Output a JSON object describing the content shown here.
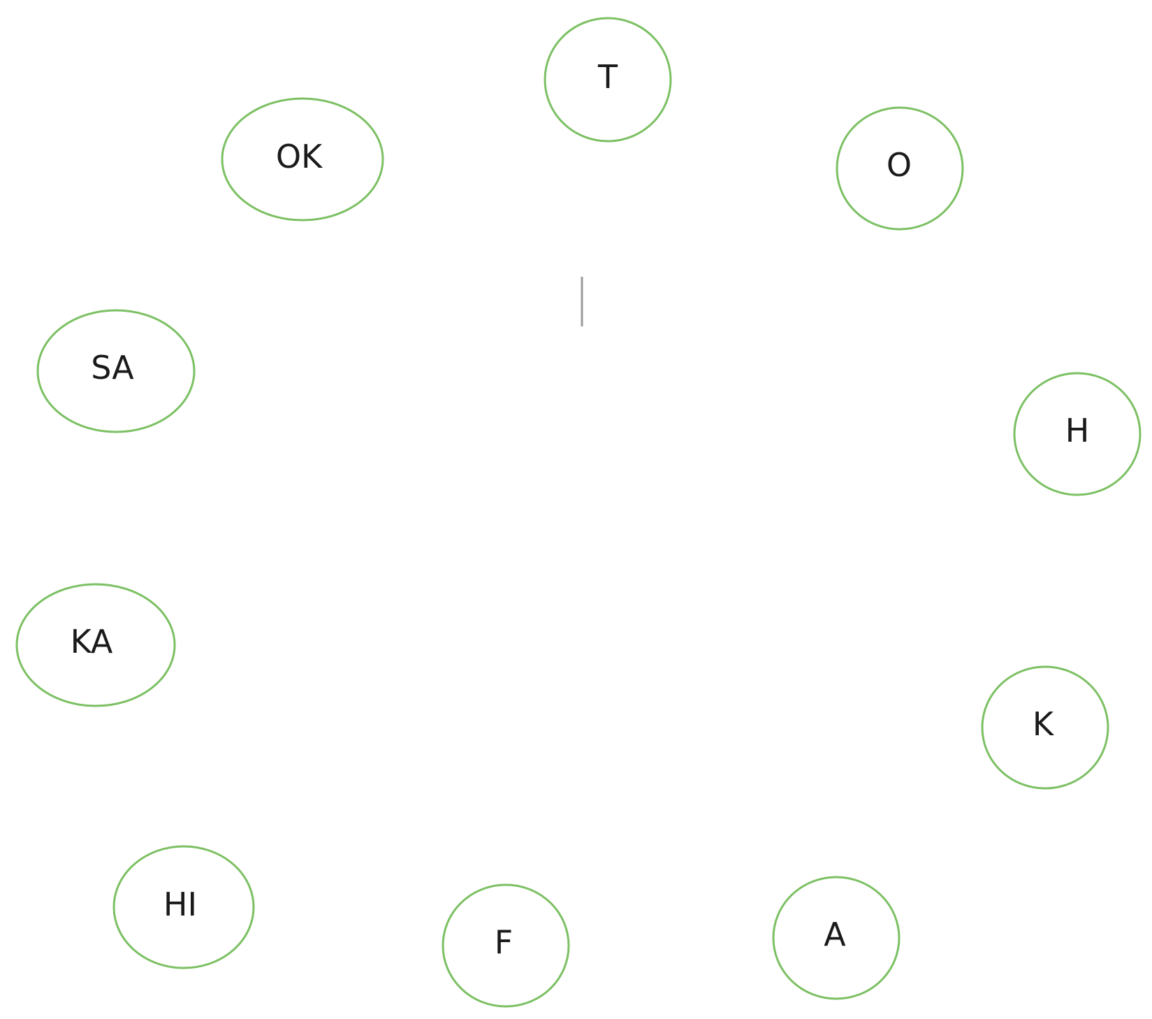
{
  "colors": {
    "background": "#ffffff",
    "node_stroke": "#7cc063",
    "cursor": "#9a9a9a",
    "label": "#1a1a1a"
  },
  "nodes": [
    {
      "label": "T"
    },
    {
      "label": "OK"
    },
    {
      "label": "O"
    },
    {
      "label": "SA"
    },
    {
      "label": "H"
    },
    {
      "label": "KA"
    },
    {
      "label": "K"
    },
    {
      "label": "HI"
    },
    {
      "label": "F"
    },
    {
      "label": "A"
    }
  ]
}
